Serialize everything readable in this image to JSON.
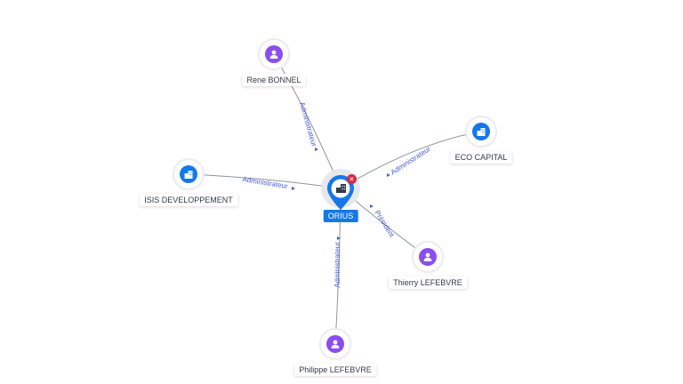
{
  "center": {
    "name": "ORIUS",
    "badge_icon": "close-icon"
  },
  "nodes": [
    {
      "id": "rene",
      "name": "Rene BONNEL",
      "kind": "person",
      "icon": "person-icon",
      "relation": "Administrateur"
    },
    {
      "id": "eco",
      "name": "ECO CAPITAL",
      "kind": "company",
      "icon": "building-icon",
      "relation": "Administrateur"
    },
    {
      "id": "isis",
      "name": "ISIS DEVELOPPEMENT",
      "kind": "company",
      "icon": "building-icon",
      "relation": "Administrateur"
    },
    {
      "id": "thierry",
      "name": "Thierry LEFEBVRE",
      "kind": "person",
      "icon": "person-icon",
      "relation": "Président"
    },
    {
      "id": "philippe",
      "name": "Philippe LEFEBVRE",
      "kind": "person",
      "icon": "person-icon",
      "relation": "Administrateur"
    }
  ],
  "colors": {
    "person": "#8a4df0",
    "company": "#1677e8",
    "edge": "#8d93a3",
    "edge_label": "#4a5bd8",
    "badge": "#e0243d"
  }
}
